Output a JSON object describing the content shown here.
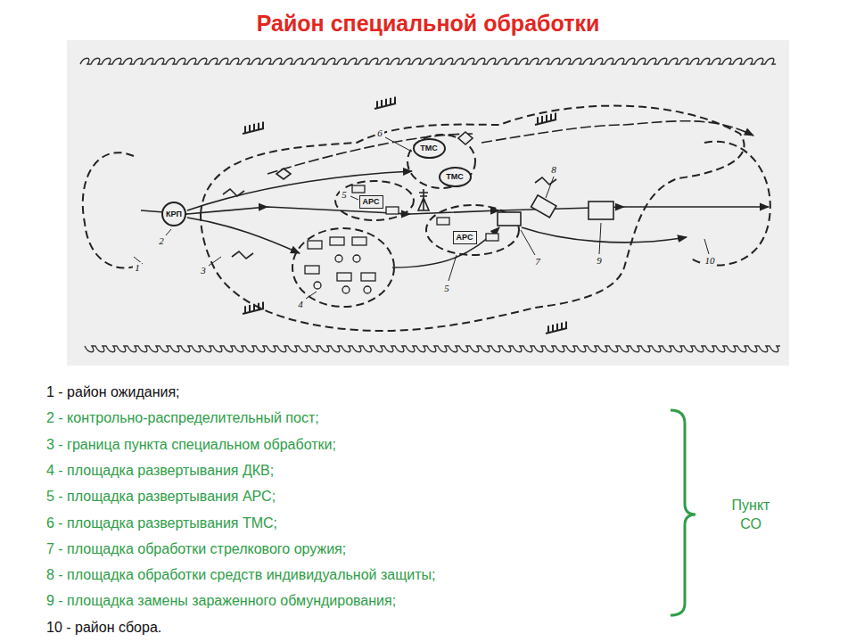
{
  "diagram": {
    "title": "Район специальной обработки",
    "nodes": [
      {
        "text": [
          "КРП"
        ]
      },
      {
        "text": [
          "АРС"
        ]
      },
      {
        "text": [
          "ТМС"
        ]
      },
      {
        "text": [
          "ТМС"
        ]
      },
      {
        "text": [
          "АРС"
        ]
      }
    ],
    "labels": [
      "1",
      "2",
      "3",
      "4",
      "5",
      "6",
      "5",
      "7",
      "8",
      "9",
      "10",
      "1 - район ожидания;",
      "2 - контрольно-распределительный пост;",
      "3 - граница пункта специальном обработки;",
      "4 - площадка развертывания ДКВ;",
      "5 - площадка развертывания АРС;",
      "6 - площадка развертывания ТМС;",
      "7 - площадка обработки стрелкового оружия;",
      "8 - площадка обработки средств индивидуальной защиты;",
      "9 - площадка замены зараженного обмундирования;",
      "10 - район сбора.",
      "Пункт СО"
    ]
  }
}
